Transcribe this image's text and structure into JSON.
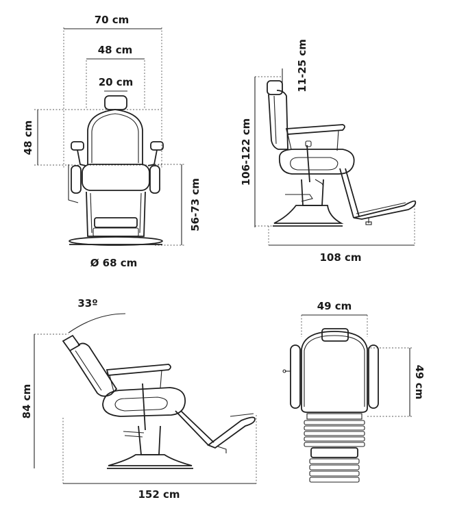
{
  "front_view": {
    "overall_width": "70 cm",
    "seat_width": "48 cm",
    "headrest_width": "20 cm",
    "backrest_height": "48 cm",
    "seat_height": "56-73 cm",
    "base_diameter": "Ø 68 cm"
  },
  "side_view": {
    "headrest_adjust": "11-25 cm",
    "overall_height": "106-122 cm",
    "overall_depth": "108 cm"
  },
  "reclined_view": {
    "recline_angle": "33º",
    "height": "84 cm",
    "length": "152 cm"
  },
  "back_view": {
    "back_width": "49 cm",
    "back_height": "49 cm"
  }
}
